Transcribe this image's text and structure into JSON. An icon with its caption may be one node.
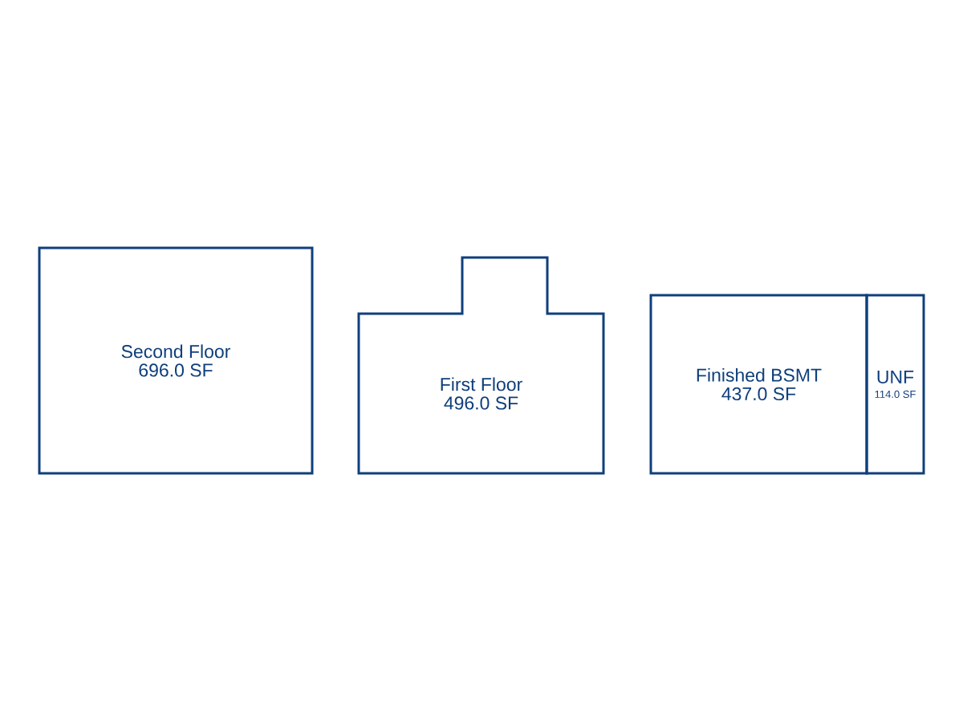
{
  "diagram": {
    "nodes": [
      {
        "text": [
          "Second Floor",
          "696.0 SF"
        ]
      },
      {
        "text": [
          "First Floor",
          "496.0 SF"
        ]
      },
      {
        "text": [
          "Finished BSMT",
          "437.0 SF"
        ]
      },
      {
        "text": [
          "UNF",
          "114.0 SF"
        ]
      }
    ]
  }
}
